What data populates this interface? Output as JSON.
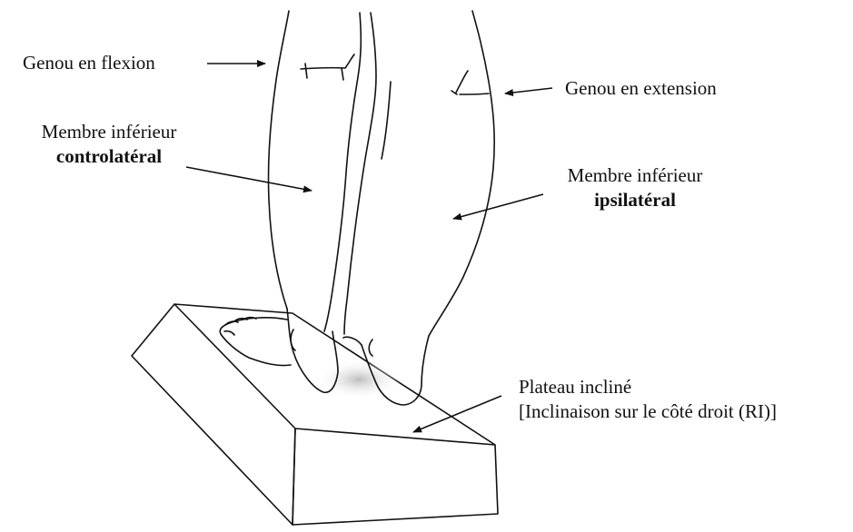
{
  "labels": {
    "knee_flexion": "Genou en flexion",
    "knee_extension": "Genou en extension",
    "contralateral_line1": "Membre inférieur",
    "contralateral_line2": "controlatéral",
    "ipsilateral_line1": "Membre inférieur",
    "ipsilateral_line2": "ipsilatéral",
    "platform_line1": "Plateau incliné",
    "platform_line2": "[Inclinaison sur le côté droit (RI)]"
  },
  "colors": {
    "ink": "#111111",
    "shadow": "#cfcfcf",
    "background": "#ffffff"
  }
}
